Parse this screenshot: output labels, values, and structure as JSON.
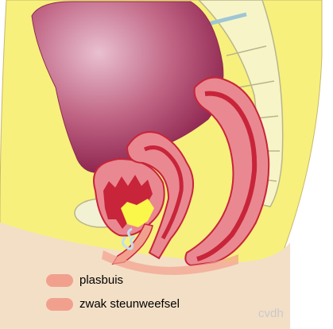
{
  "legend": [
    {
      "label": "plasbuis",
      "color": "#f2a08e"
    },
    {
      "label": "zwak steunweefsel",
      "color": "#f2a08e"
    }
  ],
  "credit": "cvdh",
  "colors": {
    "skin": "#f7f07d",
    "tissue": "#f1dfc8",
    "organ_wall": "#e98890",
    "organ_inner": "#c8243a",
    "uterus": "#a23459",
    "spine": "#f7f5c8",
    "highlight": "#fbf64a",
    "bladder_bone": "#f2f1d3",
    "urethra_swirl": "#bfe0f0"
  }
}
